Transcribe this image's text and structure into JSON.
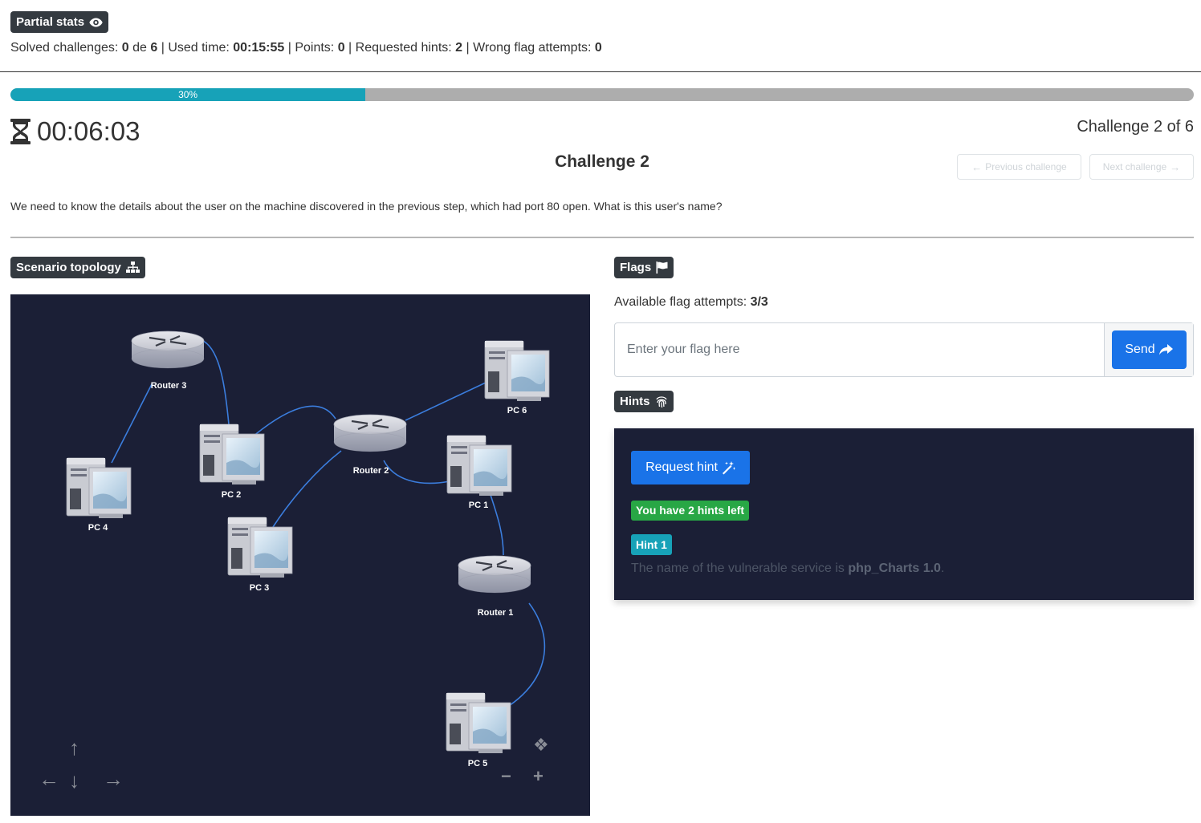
{
  "stats": {
    "heading": "Partial stats",
    "solved_label": "Solved challenges: ",
    "solved": "0",
    "of_word": " de ",
    "total": "6",
    "time_label": " | Used time: ",
    "used_time": "00:15:55",
    "points_label": " | Points: ",
    "points": "0",
    "hints_label": " | Requested hints: ",
    "requested_hints": "2",
    "wrong_label": " | Wrong flag attempts: ",
    "wrong_attempts": "0"
  },
  "progress": {
    "percent": 30,
    "label": "30%"
  },
  "timer": "00:06:03",
  "challenge": {
    "counter": "Challenge 2 of 6",
    "title": "Challenge 2",
    "prev_label": "Previous challenge",
    "next_label": "Next challenge",
    "description": "We need to know the details about the user on the machine discovered in the previous step, which had port 80 open. What is this user's name?"
  },
  "topology": {
    "heading": "Scenario topology",
    "nodes": {
      "router3": "Router 3",
      "router2": "Router 2",
      "router1": "Router 1",
      "pc1": "PC 1",
      "pc2": "PC 2",
      "pc3": "PC 3",
      "pc4": "PC 4",
      "pc5": "PC 5",
      "pc6": "PC 6"
    },
    "controls": {
      "up": "↑",
      "down": "↓",
      "left": "←",
      "right": "→",
      "zoom_out": "−",
      "zoom_in": "+",
      "fit": "❖"
    }
  },
  "flags": {
    "heading": "Flags",
    "available_label": "Available flag attempts: ",
    "available": "3/3",
    "placeholder": "Enter your flag here",
    "send_label": "Send"
  },
  "hints": {
    "heading": "Hints",
    "request_label": "Request hint",
    "left_label": "You have 2 hints left",
    "hint1_label": "Hint 1",
    "hint1_prefix": "The name of the vulnerable service is ",
    "hint1_service": "php_Charts 1.0",
    "hint1_suffix": "."
  },
  "colors": {
    "accent": "#1a73e8",
    "info": "#17a2b8",
    "success": "#28a745",
    "panel": "#1b1f36",
    "link": "#3b7ddd"
  }
}
